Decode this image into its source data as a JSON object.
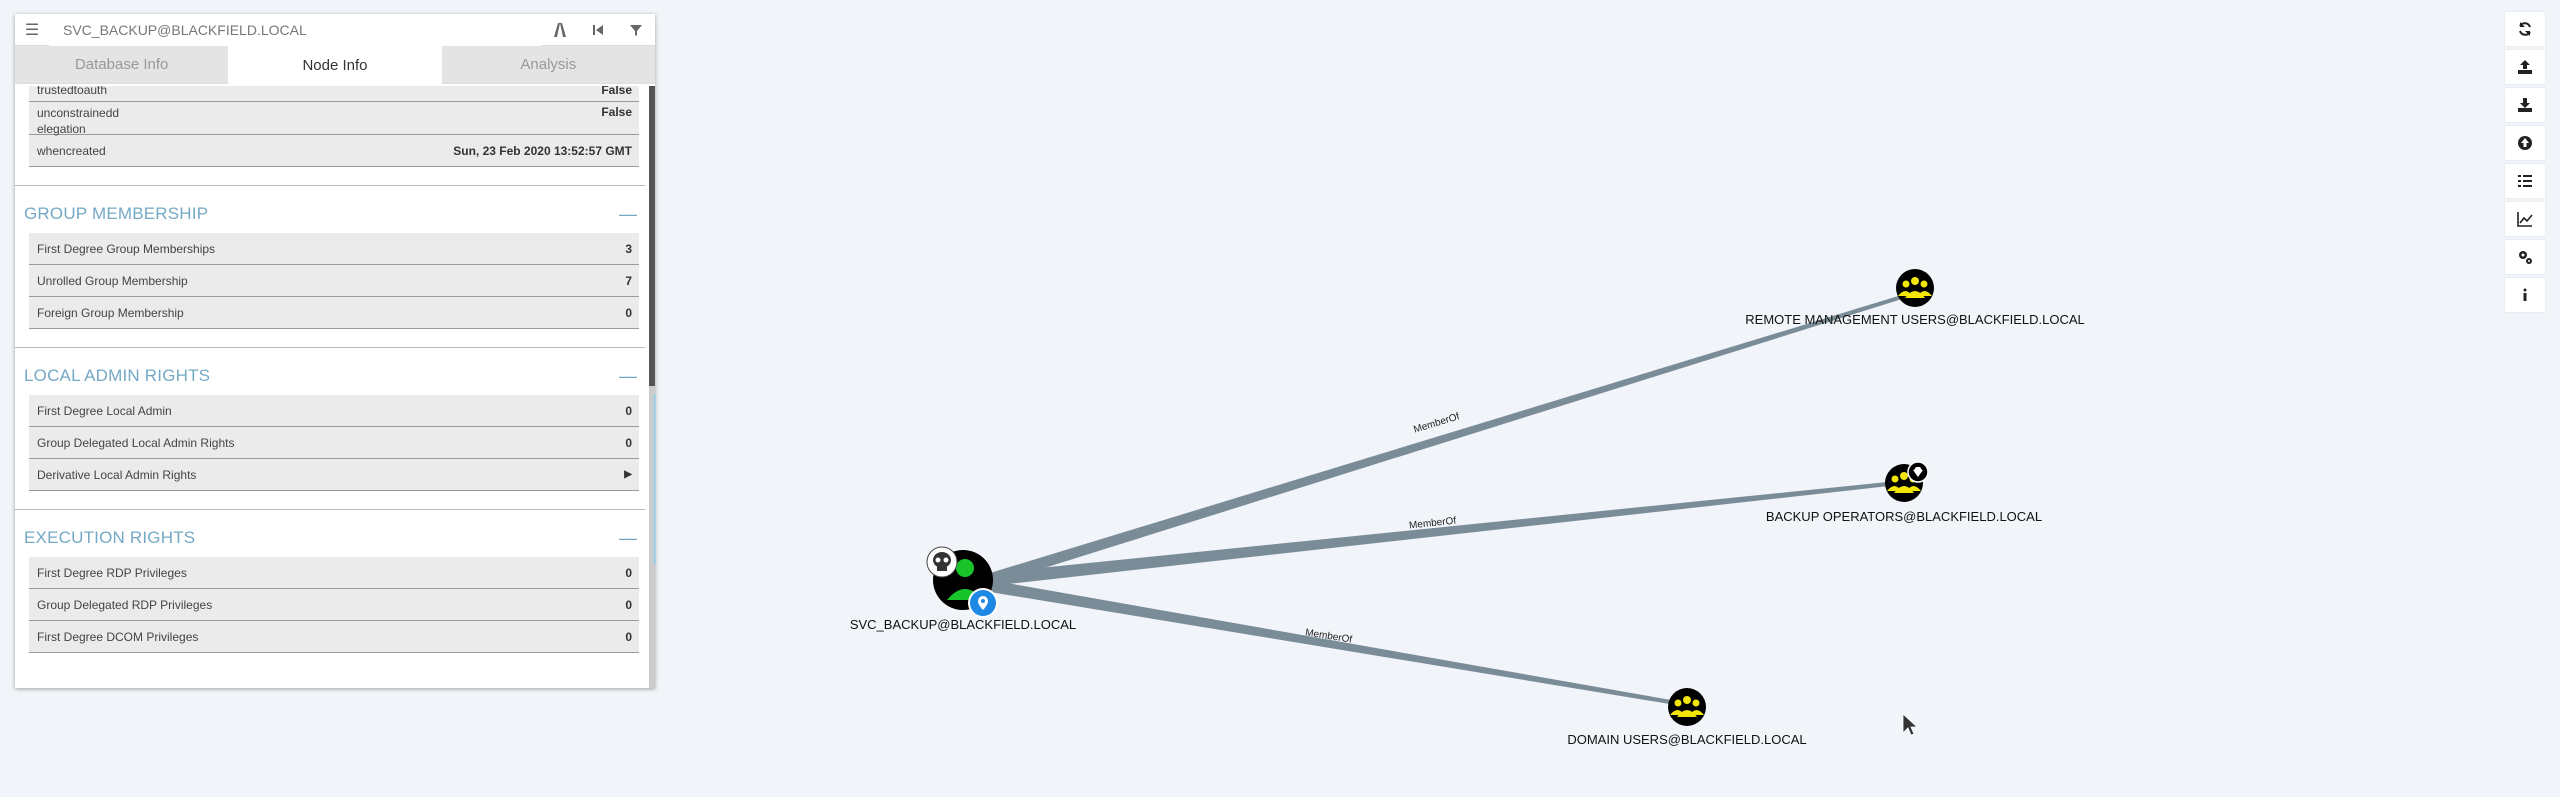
{
  "panel": {
    "search_value": "SVC_BACKUP@BLACKFIELD.LOCAL",
    "tabs": [
      "Database Info",
      "Node Info",
      "Analysis"
    ],
    "top_rows": [
      {
        "label": "trustedtoauth",
        "value": "False"
      },
      {
        "label": "unconstrainedd\nelegation",
        "value": "False"
      },
      {
        "label": "whencreated",
        "value": "Sun, 23 Feb 2020 13:52:57 GMT"
      }
    ],
    "sections": [
      {
        "title": "GROUP MEMBERSHIP",
        "rows": [
          {
            "label": "First Degree Group Memberships",
            "value": "3"
          },
          {
            "label": "Unrolled Group Membership",
            "value": "7"
          },
          {
            "label": "Foreign Group Membership",
            "value": "0"
          }
        ]
      },
      {
        "title": "LOCAL ADMIN RIGHTS",
        "rows": [
          {
            "label": "First Degree Local Admin",
            "value": "0"
          },
          {
            "label": "Group Delegated Local Admin Rights",
            "value": "0"
          },
          {
            "label": "Derivative Local Admin Rights",
            "value": "▶"
          }
        ]
      },
      {
        "title": "EXECUTION RIGHTS",
        "rows": [
          {
            "label": "First Degree RDP Privileges",
            "value": "0"
          },
          {
            "label": "Group Delegated RDP Privileges",
            "value": "0"
          },
          {
            "label": "First Degree DCOM Privileges",
            "value": "0"
          }
        ]
      }
    ],
    "toggle_symbol": "—"
  },
  "graph": {
    "nodes": {
      "source": "SVC_BACKUP@BLACKFIELD.LOCAL",
      "remote": "REMOTE MANAGEMENT USERS@BLACKFIELD.LOCAL",
      "backup": "BACKUP OPERATORS@BLACKFIELD.LOCAL",
      "domain": "DOMAIN USERS@BLACKFIELD.LOCAL"
    },
    "edge_label": "MemberOf"
  },
  "colors": {
    "accent": "#74a9c4",
    "edge": "#7b8c99",
    "group_node": "#f2e60a",
    "user_node": "#18c42a"
  },
  "toolbar_icons": [
    "refresh-icon",
    "upload-icon",
    "download-icon",
    "upload-circle-icon",
    "query-list-icon",
    "chart-icon",
    "settings-icon",
    "info-icon"
  ]
}
